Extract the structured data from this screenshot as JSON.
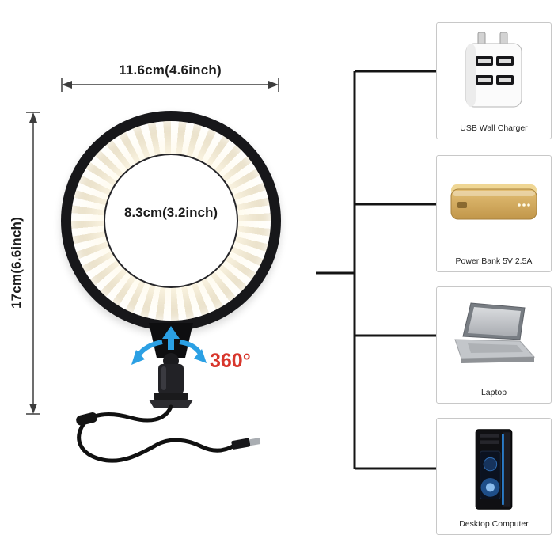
{
  "dimensions": {
    "width": "11.6cm(4.6inch)",
    "height": "17cm(6.6inch)",
    "inner": "8.3cm(3.2inch)",
    "rotation": "360°"
  },
  "accessories": [
    {
      "name": "usb-wall-charger",
      "label": "USB Wall Charger"
    },
    {
      "name": "power-bank",
      "label": "Power Bank 5V 2.5A"
    },
    {
      "name": "laptop",
      "label": "Laptop"
    },
    {
      "name": "desktop-computer",
      "label": "Desktop Computer"
    }
  ],
  "colors": {
    "rotation_text": "#d8362c",
    "arrow_blue": "#2ba0e4",
    "connector_line": "#141414",
    "box_border": "#c8c8c8",
    "power_bank_gold": "#d4a95c",
    "pc_glow_blue": "#2f8fe8"
  }
}
